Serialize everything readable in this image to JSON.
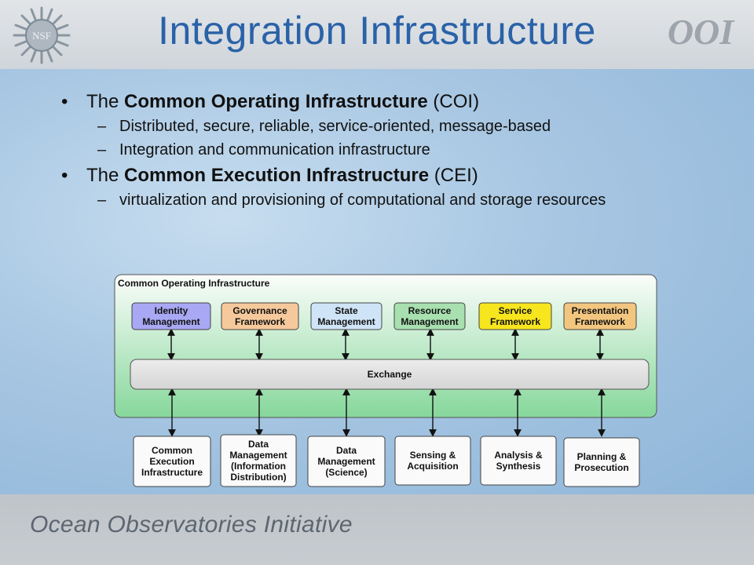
{
  "title": "Integration Infrastructure",
  "footer": "Ocean Observatories Initiative",
  "logos": {
    "left": "NSF",
    "right": "OOI"
  },
  "bullets": [
    {
      "pre": "The ",
      "bold": "Common Operating Infrastructure",
      "post": " (COI)",
      "subs": [
        "Distributed, secure, reliable, service-oriented, message-based",
        "Integration and communication infrastructure"
      ]
    },
    {
      "pre": "The ",
      "bold": "Common Execution Infrastructure",
      "post": " (CEI)",
      "subs": [
        "virtualization and provisioning of computational and storage resources"
      ]
    }
  ],
  "diagram": {
    "container_label": "Common Operating Infrastructure",
    "exchange_label": "Exchange",
    "top_boxes": [
      {
        "lines": [
          "Identity",
          "Management"
        ],
        "color": "#a8a8f4"
      },
      {
        "lines": [
          "Governance",
          "Framework"
        ],
        "color": "#f6c99c"
      },
      {
        "lines": [
          "State",
          "Management"
        ],
        "color": "#cfe4f7"
      },
      {
        "lines": [
          "Resource",
          "Management"
        ],
        "color": "#a8e0b0"
      },
      {
        "lines": [
          "Service",
          "Framework"
        ],
        "color": "#f7e51e"
      },
      {
        "lines": [
          "Presentation",
          "Framework"
        ],
        "color": "#f3c680"
      }
    ],
    "bottom_boxes": [
      {
        "lines": [
          "Common",
          "Execution",
          "Infrastructure"
        ]
      },
      {
        "lines": [
          "Data",
          "Management",
          "(Information",
          "Distribution)"
        ]
      },
      {
        "lines": [
          "Data",
          "Management",
          "(Science)"
        ]
      },
      {
        "lines": [
          "Sensing &",
          "Acquisition"
        ]
      },
      {
        "lines": [
          "Analysis &",
          "Synthesis"
        ]
      },
      {
        "lines": [
          "Planning &",
          "Prosecution"
        ]
      }
    ],
    "colors": {
      "container_top": "#fbfdfb",
      "container_bottom": "#86d79b",
      "exchange_fill": "#d5d5d5",
      "bottom_fill": "#fafafa"
    }
  }
}
